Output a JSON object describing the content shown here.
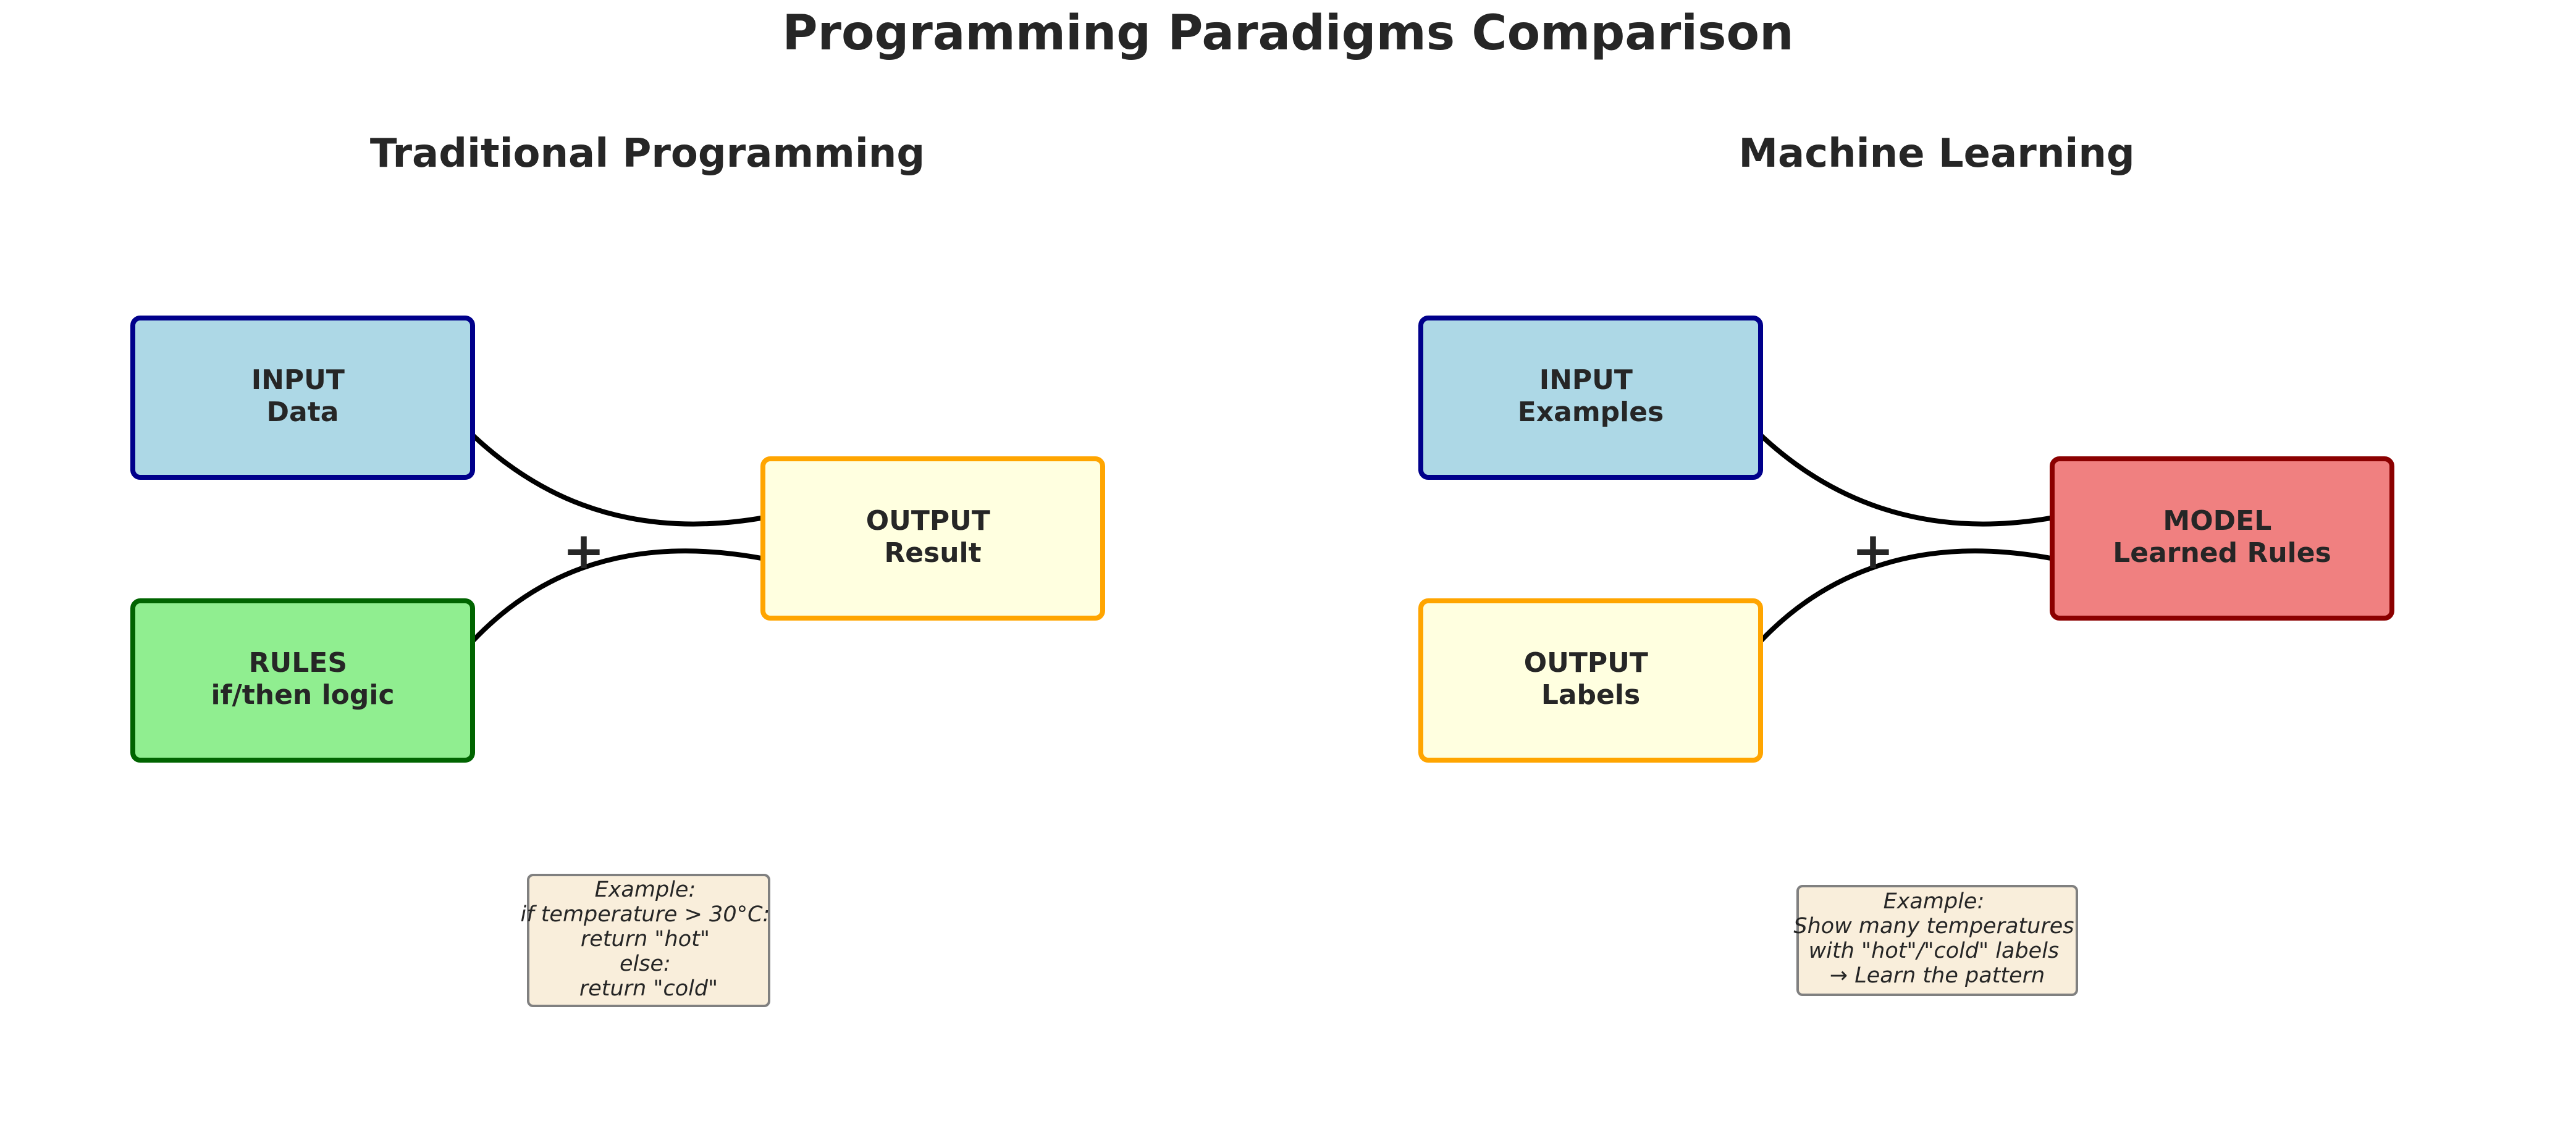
{
  "title": "Programming Paradigms Comparison",
  "panels": [
    {
      "heading": "Traditional Programming",
      "plus": "+",
      "boxes": [
        {
          "id": "input",
          "lines": [
            "INPUT",
            "Data"
          ],
          "fill": "#add8e6",
          "stroke": "#00008b"
        },
        {
          "id": "rules",
          "lines": [
            "RULES",
            "if/then logic"
          ],
          "fill": "#90ee90",
          "stroke": "#006400"
        },
        {
          "id": "output",
          "lines": [
            "OUTPUT",
            "Result"
          ],
          "fill": "#ffffe0",
          "stroke": "#ffa500"
        }
      ],
      "note": [
        "Example:",
        "if temperature > 30°C:",
        "return \"hot\"",
        "else:",
        "return \"cold\""
      ]
    },
    {
      "heading": "Machine Learning",
      "plus": "+",
      "boxes": [
        {
          "id": "input",
          "lines": [
            "INPUT",
            "Examples"
          ],
          "fill": "#add8e6",
          "stroke": "#00008b"
        },
        {
          "id": "output",
          "lines": [
            "OUTPUT",
            "Labels"
          ],
          "fill": "#ffffe0",
          "stroke": "#ffa500"
        },
        {
          "id": "model",
          "lines": [
            "MODEL",
            "Learned Rules"
          ],
          "fill": "#f08080",
          "stroke": "#8b0000"
        }
      ],
      "note": [
        "Example:",
        "Show many temperatures",
        "with \"hot\"/\"cold\" labels",
        "→ Learn the pattern"
      ]
    }
  ],
  "colors": {
    "text": "#262626",
    "arrow": "#000000",
    "note_fill": "#f9eedb",
    "note_stroke": "#808080"
  }
}
